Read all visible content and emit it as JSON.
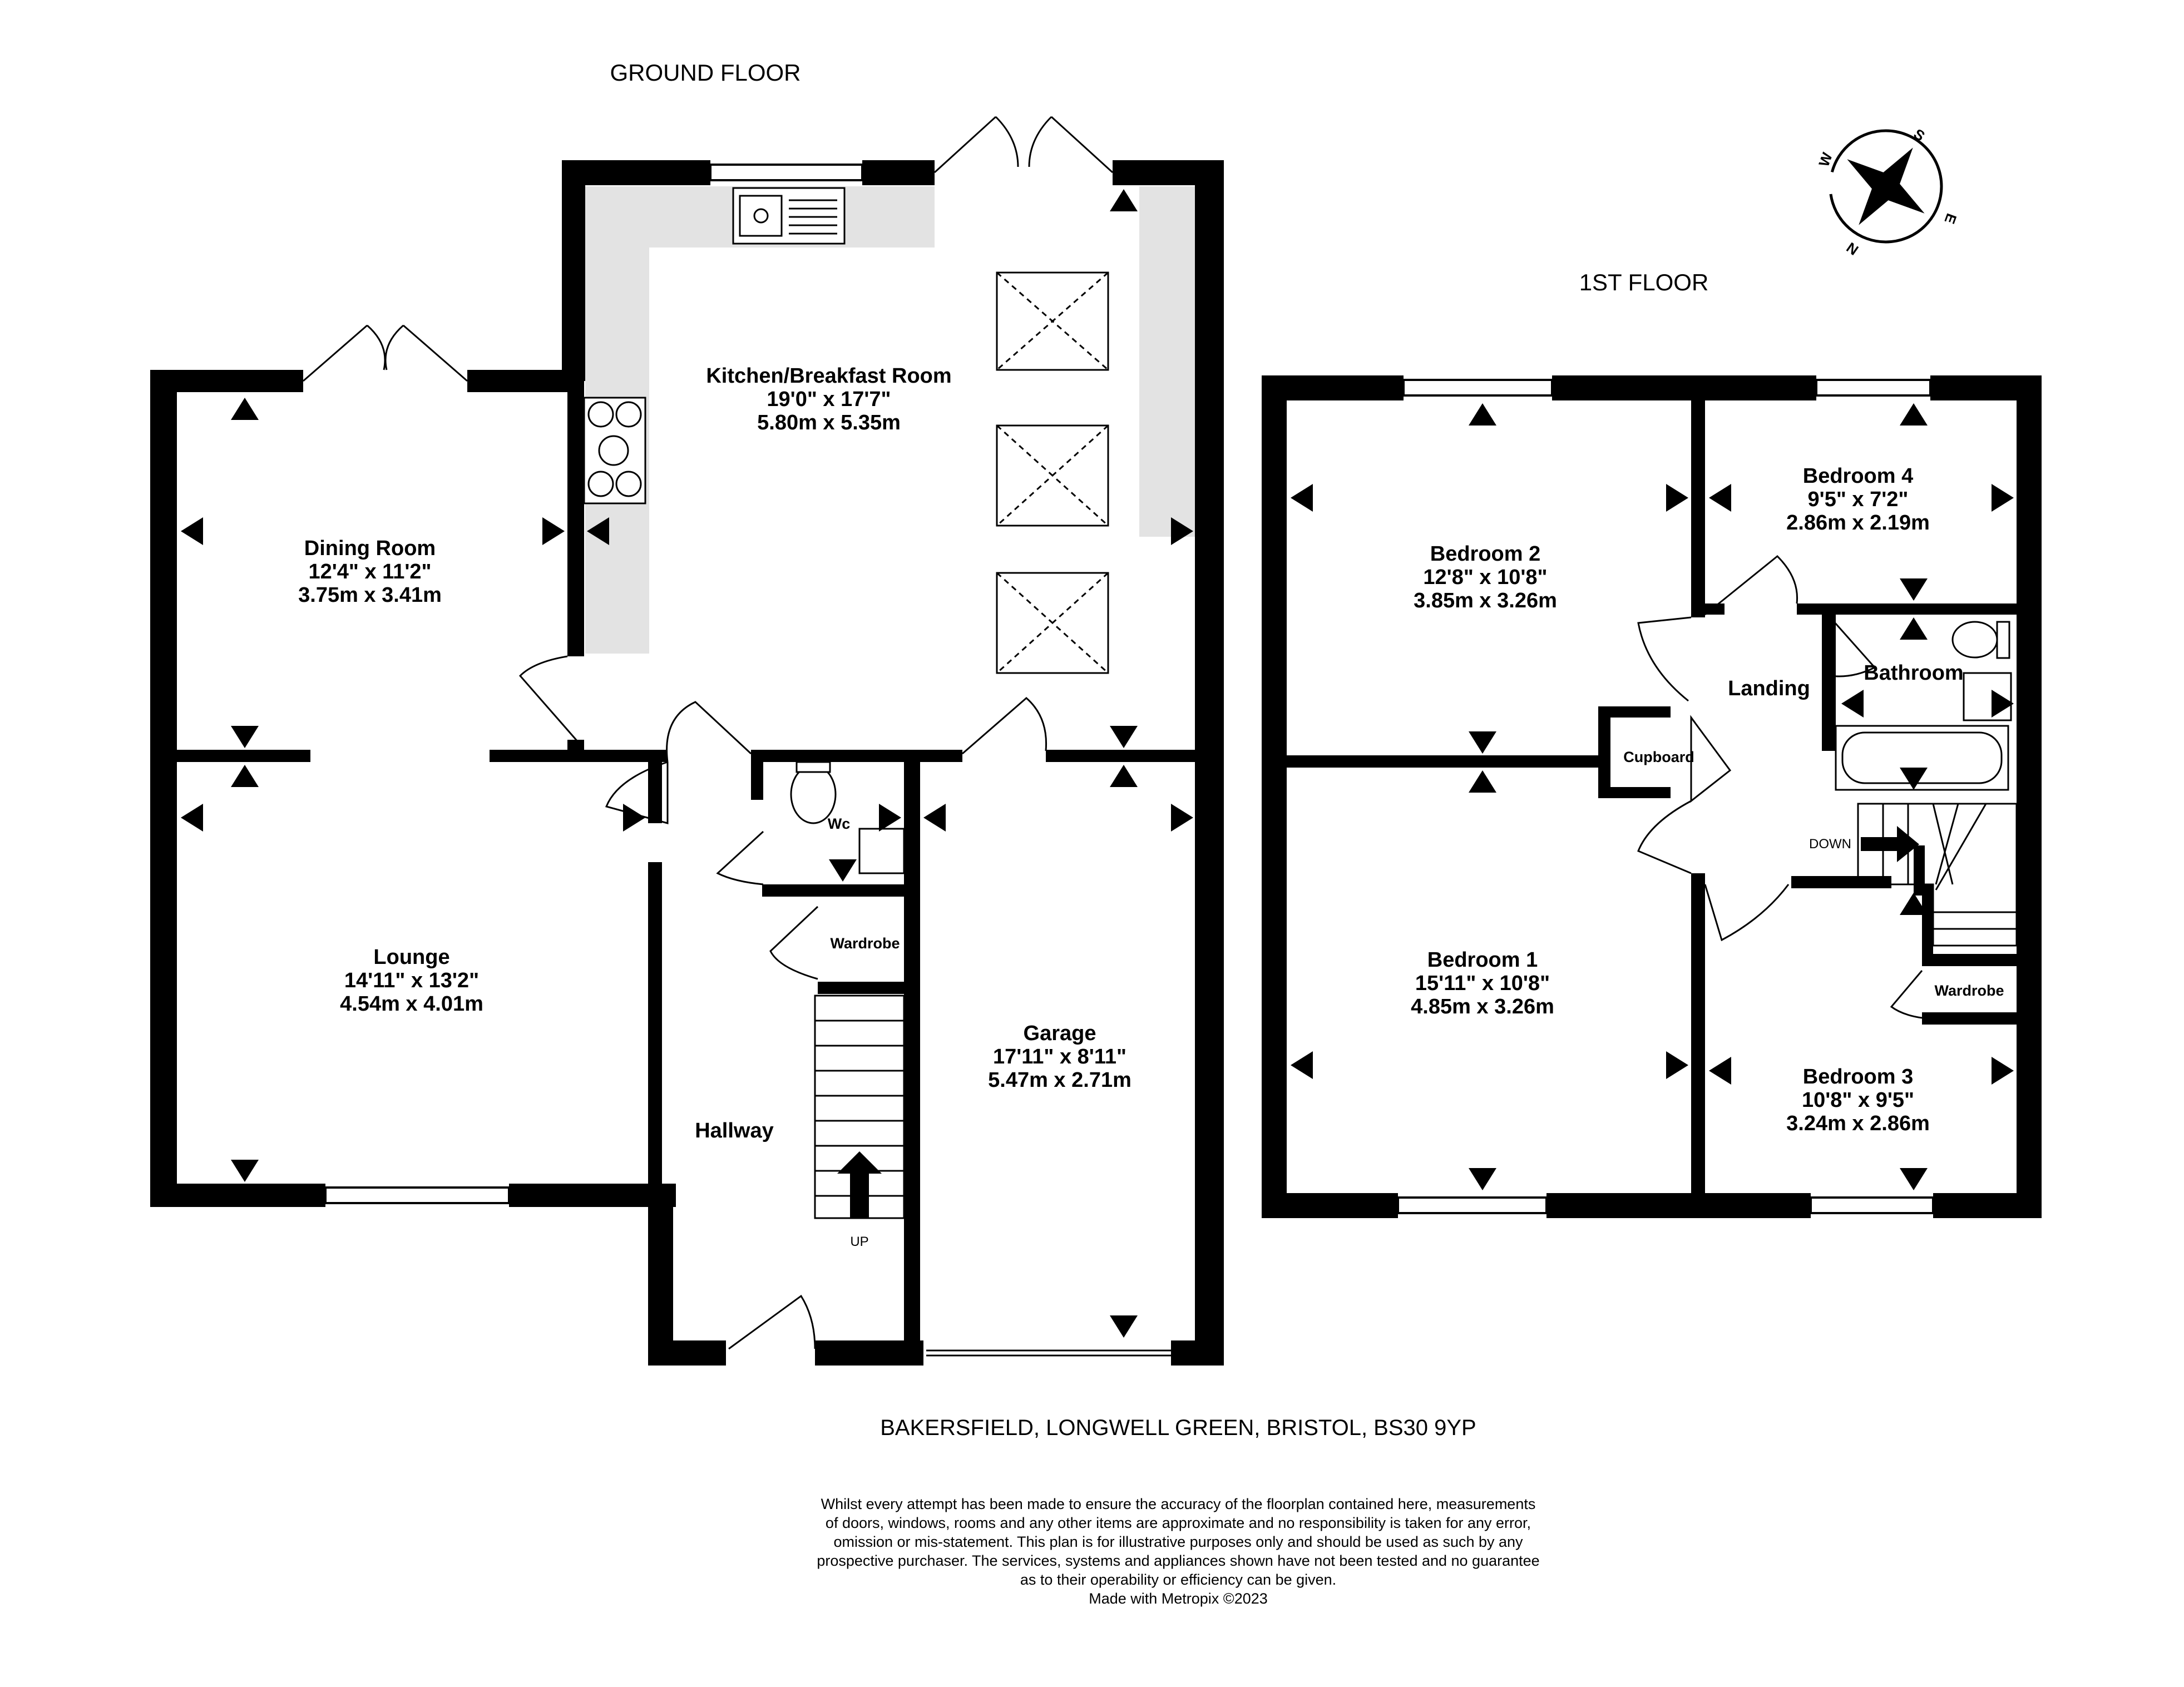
{
  "floors": {
    "ground": {
      "title": "GROUND FLOOR"
    },
    "first": {
      "title": "1ST FLOOR"
    }
  },
  "rooms": {
    "kitchen": {
      "name": "Kitchen/Breakfast Room",
      "imperial": "19'0\"  x 17'7\"",
      "metric": "5.80m  x 5.35m"
    },
    "dining": {
      "name": "Dining Room",
      "imperial": "12'4\"  x 11'2\"",
      "metric": "3.75m  x 3.41m"
    },
    "lounge": {
      "name": "Lounge",
      "imperial": "14'11\"  x 13'2\"",
      "metric": "4.54m  x 4.01m"
    },
    "garage": {
      "name": "Garage",
      "imperial": "17'11\"  x 8'11\"",
      "metric": "5.47m  x 2.71m"
    },
    "hallway": {
      "name": "Hallway"
    },
    "wc": {
      "name": "Wc"
    },
    "wardrobe_ground": {
      "name": "Wardrobe"
    },
    "bedroom1": {
      "name": "Bedroom 1",
      "imperial": "15'11\"  x 10'8\"",
      "metric": "4.85m  x 3.26m"
    },
    "bedroom2": {
      "name": "Bedroom 2",
      "imperial": "12'8\"  x 10'8\"",
      "metric": "3.85m  x 3.26m"
    },
    "bedroom3": {
      "name": "Bedroom 3",
      "imperial": "10'8\"  x 9'5\"",
      "metric": "3.24m  x 2.86m"
    },
    "bedroom4": {
      "name": "Bedroom 4",
      "imperial": "9'5\"  x 7'2\"",
      "metric": "2.86m  x 2.19m"
    },
    "landing": {
      "name": "Landing"
    },
    "bathroom": {
      "name": "Bathroom"
    },
    "cupboard": {
      "name": "Cupboard"
    },
    "wardrobe_first": {
      "name": "Wardrobe"
    }
  },
  "stairs": {
    "up_label": "UP",
    "down_label": "DOWN"
  },
  "compass": {
    "letters": [
      "S",
      "W",
      "N",
      "E"
    ]
  },
  "address": "BAKERSFIELD, LONGWELL GREEN, BRISTOL, BS30 9YP",
  "disclaimer": [
    "Whilst every attempt has been made to ensure the accuracy of the floorplan contained here, measurements",
    "of doors, windows, rooms and any other items are approximate and no responsibility is taken for any error,",
    "omission or mis-statement. This plan is for illustrative purposes only and should be used as such by any",
    "prospective purchaser. The services, systems and appliances shown have not been tested and no guarantee",
    "as to their operability or efficiency can be given.",
    "Made with Metropix ©2023"
  ],
  "colors": {
    "wall": "#000000",
    "counter": "#e3e3e3",
    "background": "#ffffff"
  }
}
